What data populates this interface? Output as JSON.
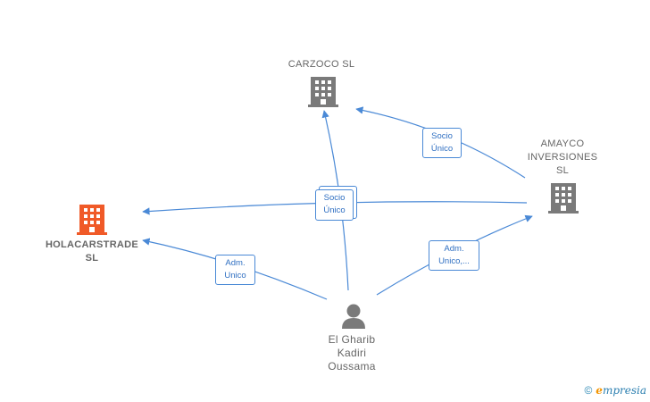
{
  "nodes": {
    "carzoco": {
      "label": "CARZOCO  SL",
      "kind": "company",
      "color": "#7a7a7a"
    },
    "amayco": {
      "label_lines": [
        "AMAYCO",
        "INVERSIONES",
        "SL"
      ],
      "kind": "company",
      "color": "#7a7a7a"
    },
    "holacarstrade": {
      "label_lines": [
        "HOLACARSTRADE",
        "SL"
      ],
      "kind": "company",
      "color": "#f05a28"
    },
    "person": {
      "label_lines": [
        "El Gharib",
        "Kadiri",
        "Oussama"
      ],
      "kind": "person",
      "color": "#7a7a7a"
    }
  },
  "edges": {
    "amayco_to_carzoco": {
      "lines": [
        "Socio",
        "Único"
      ]
    },
    "center_stack": {
      "lines": [
        "Socio",
        "Único"
      ]
    },
    "person_to_holacarstrade": {
      "lines": [
        "Adm.",
        "Unico"
      ]
    },
    "person_to_amayco": {
      "lines": [
        "Adm.",
        "Unico,..."
      ]
    }
  },
  "colors": {
    "edge": "#4a89d6",
    "edge_label_text": "#2f6fc2"
  },
  "footer": {
    "copyright": "©",
    "brand_initial": "e",
    "brand_rest": "mpresia"
  }
}
